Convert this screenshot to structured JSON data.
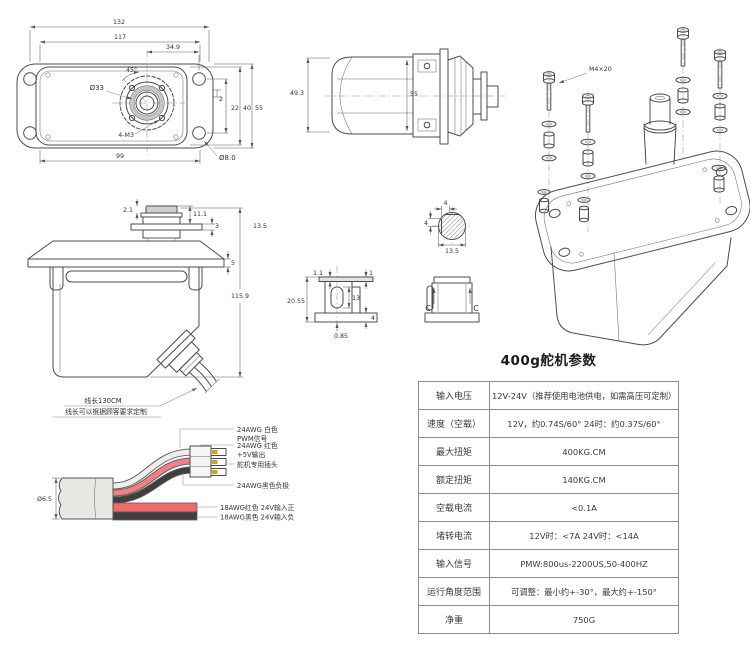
{
  "spec_table": {
    "title": "400g舵机参数",
    "rows": [
      {
        "label": "输入电压",
        "value": "12V-24V（推荐使用电池供电，如需高压可定制）"
      },
      {
        "label": "速度（空载）",
        "value": "12V，约0.74S/60° 24时：约0.37S/60°"
      },
      {
        "label": "最大扭矩",
        "value": "400KG.CM"
      },
      {
        "label": "额定扭矩",
        "value": "140KG.CM"
      },
      {
        "label": "空载电流",
        "value": "<0.1A"
      },
      {
        "label": "堵转电流",
        "value": "12V时：<7A  24V时：<14A"
      },
      {
        "label": "输入信号",
        "value": "PMW:800us-2200US,50-400HZ"
      },
      {
        "label": "运行角度范围",
        "value": "可调整：最小约+-30°，最大约+-150°"
      },
      {
        "label": "净重",
        "value": "750G"
      }
    ]
  },
  "top_view": {
    "d132": "132",
    "d117": "117",
    "d34_9": "34.9",
    "d45": "45°",
    "d33": "Ø33",
    "d2": "2",
    "d22": "22",
    "d40": "40",
    "d55": "55",
    "d4m3": "4-M3",
    "d99": "99",
    "d8_0": "Ø8.0"
  },
  "side_view": {
    "d49_3": "49.3",
    "d55": "55"
  },
  "exploded_view": {
    "screw_label": "M4×20"
  },
  "front_view": {
    "d2_1": "2.1",
    "d11_1": "11.1",
    "d3": "3",
    "d5": "5",
    "d13_5": "13.5",
    "d115_9": "115.9",
    "note1": "线长130CM",
    "note2": "线长可以根据顾客要求定制"
  },
  "shaft_section": {
    "d4_top": "4",
    "d4_left": "4",
    "d13_5": "13.5"
  },
  "shaft_detail": {
    "d1_1": "1.1",
    "d1": "1",
    "d13": "13",
    "d20_55": "20.55",
    "d4": "4",
    "d0_85": "0.85"
  },
  "cc_section": {
    "c_left": "C",
    "c_right": "C"
  },
  "wiring": {
    "d6_5": "Ø6.5",
    "white_line1": "24AWG 白色",
    "white_line2": "PWM信号",
    "red_line1": "24AWG 红色",
    "red_line2": "+5V输出",
    "connector": "舵机专用插头",
    "black_label": "24AWG黑色负极",
    "power_pos": "18AWG红色 24V输入正",
    "power_neg": "18AWG黑色 24V输入负"
  },
  "colors": {
    "line": "#4c4c4c",
    "wire_red": "#f28080",
    "wire_dark": "#3f3f3d",
    "wire_white": "#efede9",
    "sheath": "#e9e7e3",
    "pin_gold": "#c9a227",
    "power_red": "#f26b6b",
    "table_border": "#8c8c8c"
  }
}
